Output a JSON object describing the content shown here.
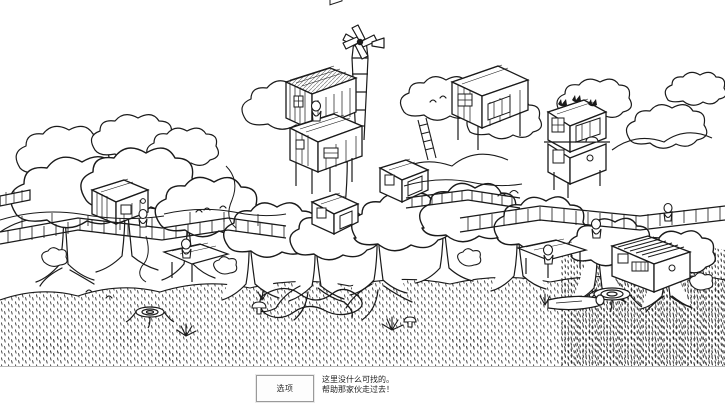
{
  "app": {
    "title": "Hand-drawn Treehouse Village Adventure",
    "art_style": "black-and-white hand-drawn ink line art",
    "ink_color": "#1a1a1a",
    "paper_color": "#ffffff"
  },
  "scene": {
    "name": "treehouse-village",
    "description": "Ink-drawn forest village of wooden treehouses linked by plank rope-bridges, with a windmill tower, leafy canopies, stippled ground and tree stumps.",
    "landmarks": [
      {
        "id": "windmill",
        "label": "windmill-tower"
      },
      {
        "id": "main-hall",
        "label": "large-gabled-treehouse"
      },
      {
        "id": "east-house",
        "label": "two-story-treehouse-with-cats"
      },
      {
        "id": "west-house",
        "label": "plank-walled-cabin"
      },
      {
        "id": "south-shed",
        "label": "striped-roof-shed"
      },
      {
        "id": "bridges",
        "label": "plank-rope-bridges"
      },
      {
        "id": "stumps",
        "label": "tree-stumps-and-roots"
      },
      {
        "id": "forest-floor",
        "label": "stippled-grass-floor"
      }
    ]
  },
  "dialog": {
    "options_button_label": "选项",
    "narration_lines": [
      "这里没什么可找的。",
      "帮助那家伙走过去！"
    ]
  },
  "colors": {
    "divider": "#b9b9b9",
    "button_border": "#9a9a9a",
    "button_fill": "#fdfdfd",
    "text": "#1d1d1d"
  }
}
